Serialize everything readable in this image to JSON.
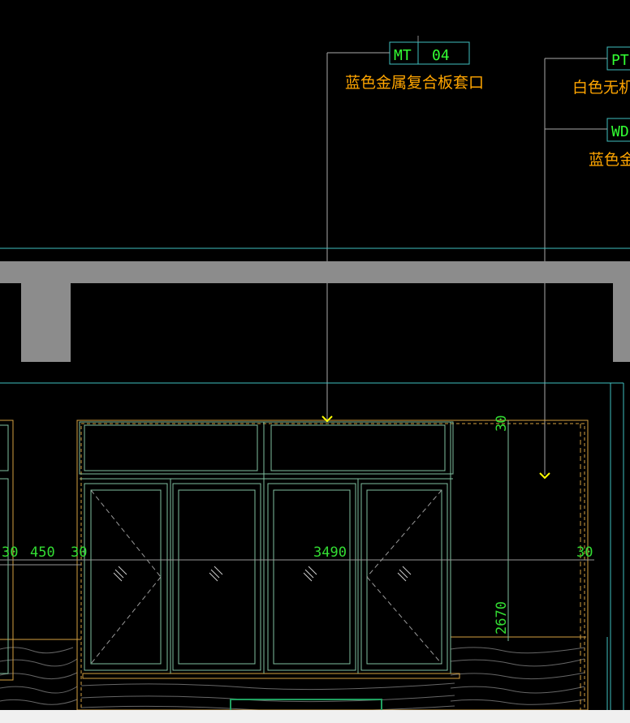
{
  "tags": [
    {
      "code": "MT",
      "number": "04",
      "note": "蓝色金属复合板套口"
    },
    {
      "code": "PT",
      "number": "",
      "note": "白色无机涂"
    },
    {
      "code": "WD",
      "number": "",
      "note": "蓝色金"
    }
  ],
  "dimensions": {
    "d30_left": "30",
    "d450": "450",
    "d30_b": "30",
    "d3490": "3490",
    "d30_right": "30",
    "d30_top": "30",
    "d2670": "2670"
  },
  "colors": {
    "background": "#000000",
    "tag_text": "#33ff33",
    "note_text": "#ffa500",
    "beam": "#8c8c8c",
    "cyan_line": "#40c0c0",
    "orange_line": "#d4a040",
    "window_line": "#80c0a0",
    "marker": "#ffff00"
  }
}
